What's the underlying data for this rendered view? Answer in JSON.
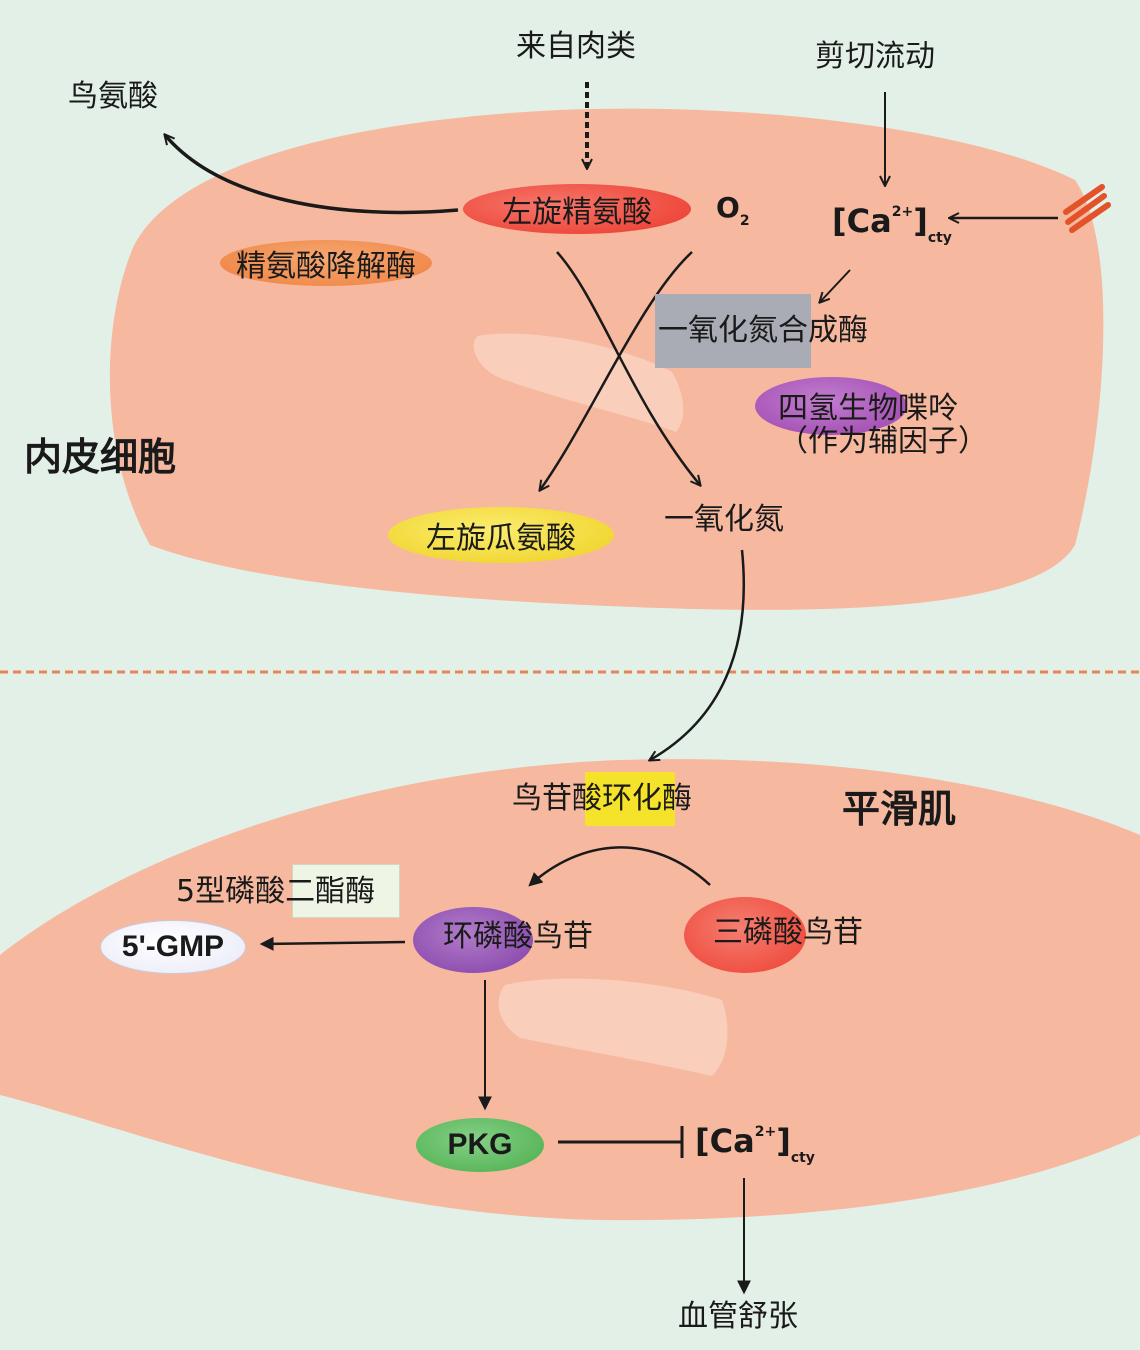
{
  "top_inputs": {
    "from_meat": "来自肉类",
    "shear_flow": "剪切流动"
  },
  "endothelial": {
    "cell_label": "内皮细胞",
    "ornithine": "鸟氨酸",
    "l_arginine": "左旋精氨酸",
    "arginase": "精氨酸降解酶",
    "oxygen": {
      "symbol": "O",
      "subscript": "2"
    },
    "calcium": {
      "base": "[Ca",
      "charge": "2+",
      "close": "]",
      "sub": "cty"
    },
    "nos": "一氧化氮合成酶",
    "bh4_line1": "四氢生物喋呤",
    "bh4_line2": "（作为辅因子）",
    "l_citrulline": "左旋瓜氨酸",
    "nitric_oxide": "一氧化氮"
  },
  "smooth_muscle": {
    "cell_label": "平滑肌",
    "guanylate_cyclase": "鸟苷酸环化酶",
    "pde5": "5型磷酸二酯酶",
    "cgmp": "环磷酸鸟苷",
    "gtp": "三磷酸鸟苷",
    "gmp": "5'-GMP",
    "pkg": "PKG",
    "calcium": {
      "base": "[Ca",
      "charge": "2+",
      "close": "]",
      "sub": "cty"
    },
    "vasodilation": "血管舒张"
  },
  "colors": {
    "background": "#e2f0e8",
    "cell": "#f6b9a0",
    "nucleus": "#f9d2be",
    "divider": "#e8845a",
    "l_arginine": "#ee4b3e",
    "arginase": "#f08a4b",
    "bh4": "#a552b5",
    "l_citrulline": "#f1d733",
    "nos_box": "#a9acb5",
    "gc_box": "#f5e22a",
    "pde_box": "#eef5e4",
    "cgmp": "#8e4fb0",
    "gtp": "#ef4f41",
    "gmp": "#eeeefa",
    "pkg": "#59b65a",
    "channel": "#e2532a"
  }
}
